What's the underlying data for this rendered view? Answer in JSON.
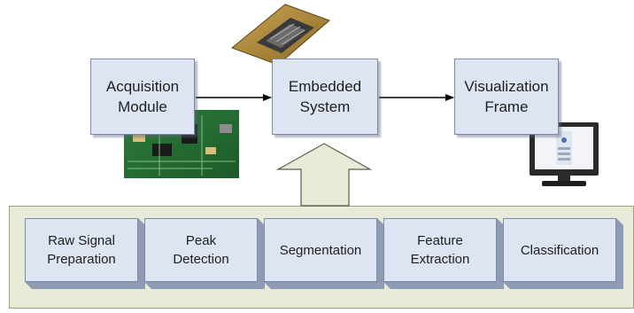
{
  "top_modules": [
    {
      "line1": "Acquisition",
      "line2": "Module"
    },
    {
      "line1": "Embedded",
      "line2": "System"
    },
    {
      "line1": "Visualization",
      "line2": "Frame"
    }
  ],
  "processing_steps": [
    {
      "line1": "Raw Signal",
      "line2": "Preparation"
    },
    {
      "line1": "Peak",
      "line2": "Detection"
    },
    {
      "line1": "Segmentation",
      "line2": ""
    },
    {
      "line1": "Feature",
      "line2": "Extraction"
    },
    {
      "line1": "Classification",
      "line2": ""
    }
  ],
  "images": {
    "cpu": "cpu-chip-image",
    "board": "circuit-board-image",
    "monitor": "monitor-image"
  },
  "colors": {
    "box_fill": "#dde4f2",
    "box_border": "#7f8ba6",
    "platform_fill": "#e8ebd8",
    "arrow": "#000000"
  }
}
